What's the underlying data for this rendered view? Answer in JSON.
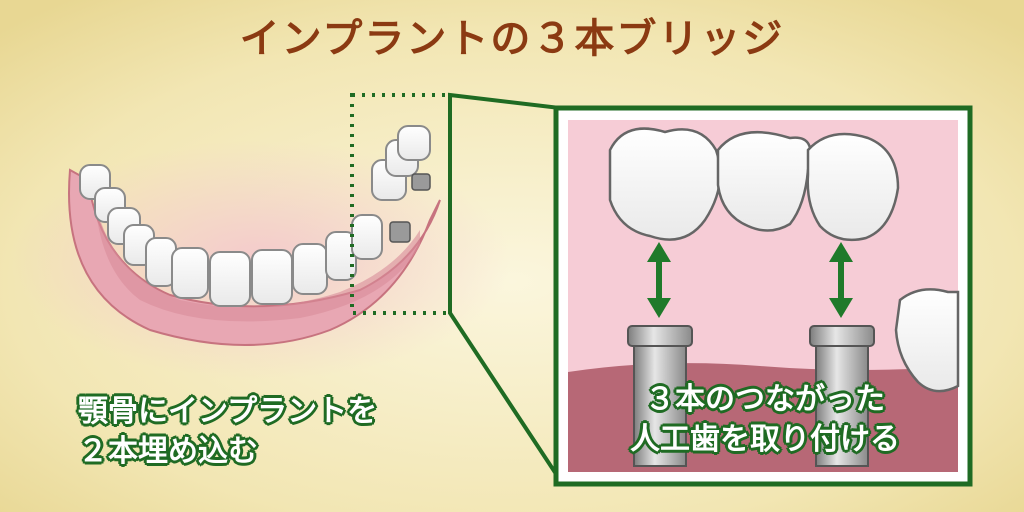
{
  "title": "インプラントの３本ブリッジ",
  "captions": {
    "left": "顎骨にインプラントを\n２本埋め込む",
    "right": "３本のつながった\n人工歯を取り付ける"
  },
  "colors": {
    "title": "#8b3a12",
    "caption_outline": "#1f6b23",
    "frame": "#1f6b23",
    "arrow": "#1f7a2a",
    "gum": "#e8a7b3",
    "background": "#f4e9b8"
  },
  "icons": [
    "lower-jaw-illustration",
    "tooth-icon",
    "implant-abutment-icon",
    "double-arrow-icon",
    "bridge-crown-icon"
  ]
}
